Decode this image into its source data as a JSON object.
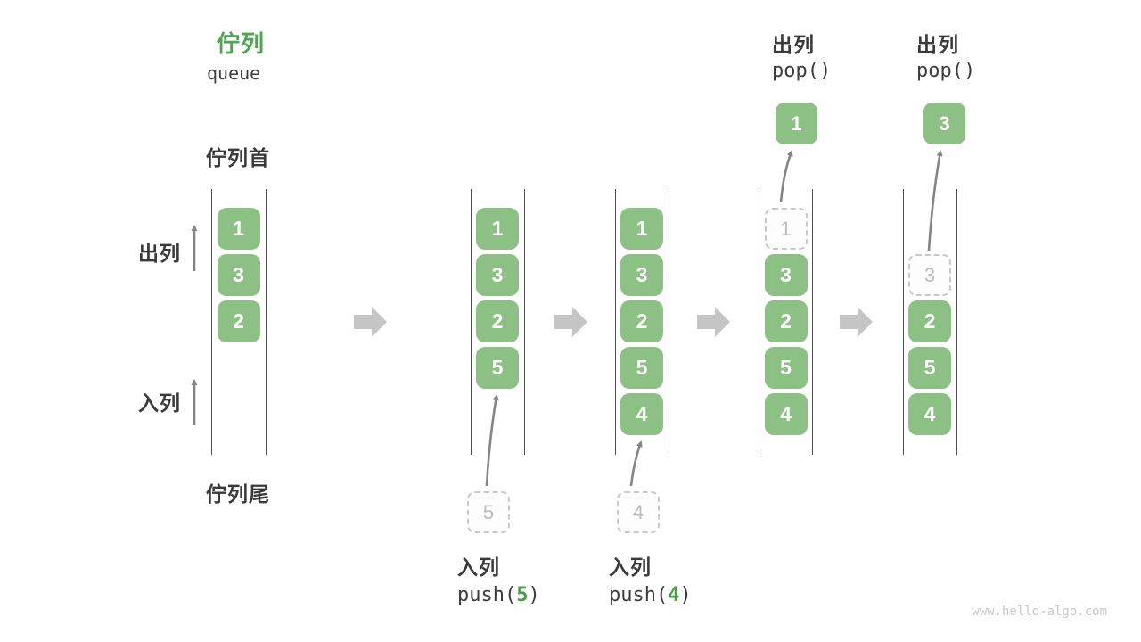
{
  "title": {
    "zh": "佇列",
    "en": "queue"
  },
  "side_labels": {
    "front": "佇列首",
    "rear": "佇列尾",
    "dequeue": "出列",
    "enqueue": "入列"
  },
  "colors": {
    "cell_green": "#8cc085",
    "accent_green": "#4ba64f",
    "code_num_green": "#46a046",
    "big_arrow_gray": "#c5c5c5",
    "thin_arrow_gray": "#858585",
    "text_dark": "#3c3c3c",
    "dashed_border": "#c9c9c9"
  },
  "stages": [
    {
      "name": "initial",
      "slots": [
        {
          "row": 0,
          "value": "1",
          "state": "normal"
        },
        {
          "row": 1,
          "value": "3",
          "state": "normal"
        },
        {
          "row": 2,
          "value": "2",
          "state": "normal"
        }
      ]
    },
    {
      "name": "push-5",
      "slots": [
        {
          "row": 0,
          "value": "1",
          "state": "normal"
        },
        {
          "row": 1,
          "value": "3",
          "state": "normal"
        },
        {
          "row": 2,
          "value": "2",
          "state": "normal"
        },
        {
          "row": 3,
          "value": "5",
          "state": "normal"
        }
      ],
      "pending_value": "5",
      "op_label": "入列",
      "op_call_pre": "push(",
      "op_call_num": "5",
      "op_call_post": ")"
    },
    {
      "name": "push-4",
      "slots": [
        {
          "row": 0,
          "value": "1",
          "state": "normal"
        },
        {
          "row": 1,
          "value": "3",
          "state": "normal"
        },
        {
          "row": 2,
          "value": "2",
          "state": "normal"
        },
        {
          "row": 3,
          "value": "5",
          "state": "normal"
        },
        {
          "row": 4,
          "value": "4",
          "state": "normal"
        }
      ],
      "pending_value": "4",
      "op_label": "入列",
      "op_call_pre": "push(",
      "op_call_num": "4",
      "op_call_post": ")"
    },
    {
      "name": "pop-1",
      "slots": [
        {
          "row": 0,
          "value": "1",
          "state": "dashed"
        },
        {
          "row": 1,
          "value": "3",
          "state": "normal"
        },
        {
          "row": 2,
          "value": "2",
          "state": "normal"
        },
        {
          "row": 3,
          "value": "5",
          "state": "normal"
        },
        {
          "row": 4,
          "value": "4",
          "state": "normal"
        }
      ],
      "popped_value": "1",
      "op_label": "出列",
      "op_call": "pop()"
    },
    {
      "name": "pop-3",
      "slots": [
        {
          "row": 1,
          "value": "3",
          "state": "dashed"
        },
        {
          "row": 2,
          "value": "2",
          "state": "normal"
        },
        {
          "row": 3,
          "value": "5",
          "state": "normal"
        },
        {
          "row": 4,
          "value": "4",
          "state": "normal"
        }
      ],
      "popped_value": "3",
      "op_label": "出列",
      "op_call": "pop()"
    }
  ],
  "watermark": "www.hello-algo.com"
}
